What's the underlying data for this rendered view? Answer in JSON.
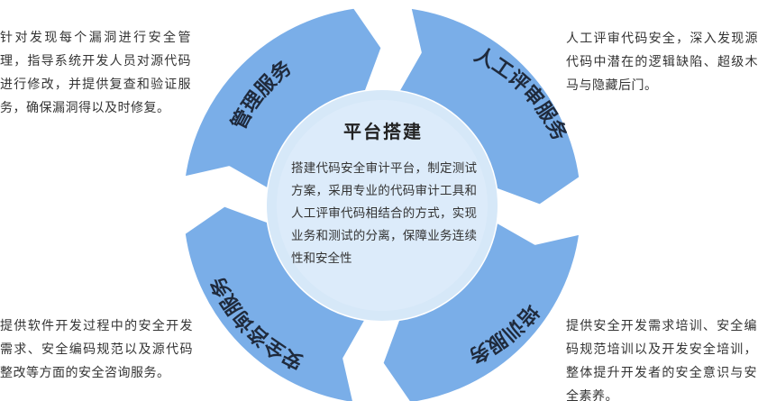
{
  "center": {
    "title": "平台搭建",
    "body": "搭建代码安全审计平台，制定测试方案，采用专业的代码审计工具和人工评审代码相结合的方式，实现业务和测试的分离，保障业务连续性和安全性"
  },
  "segments": {
    "top_right": "人工评审服务",
    "bottom_right": "培训服务",
    "bottom_left": "安全咨询服务",
    "top_left": "管理服务"
  },
  "descriptions": {
    "top_left": "针对发现每个漏洞进行安全管理，指导系统开发人员对源代码进行修改，并提供复查和验证服务，确保漏洞得以及时修复。",
    "top_right": "人工评审代码安全，深入发现源代码中潜在的逻辑缺陷、超级木马与隐藏后门。",
    "bottom_left": "提供软件开发过程中的安全开发需求、安全编码规范以及源代码整改等方面的安全咨询服务。",
    "bottom_right": "提供安全开发需求培训、安全编码规范培训以及开发安全培训，整体提升开发者的安全意识与安全素养。"
  },
  "colors": {
    "segment_fill": "#7aaee8",
    "segment_edge": "#ffffff",
    "inner_ring": "#d6e8f8",
    "inner_circle": "#dcebfa",
    "label_text": "#1f2a3c"
  }
}
